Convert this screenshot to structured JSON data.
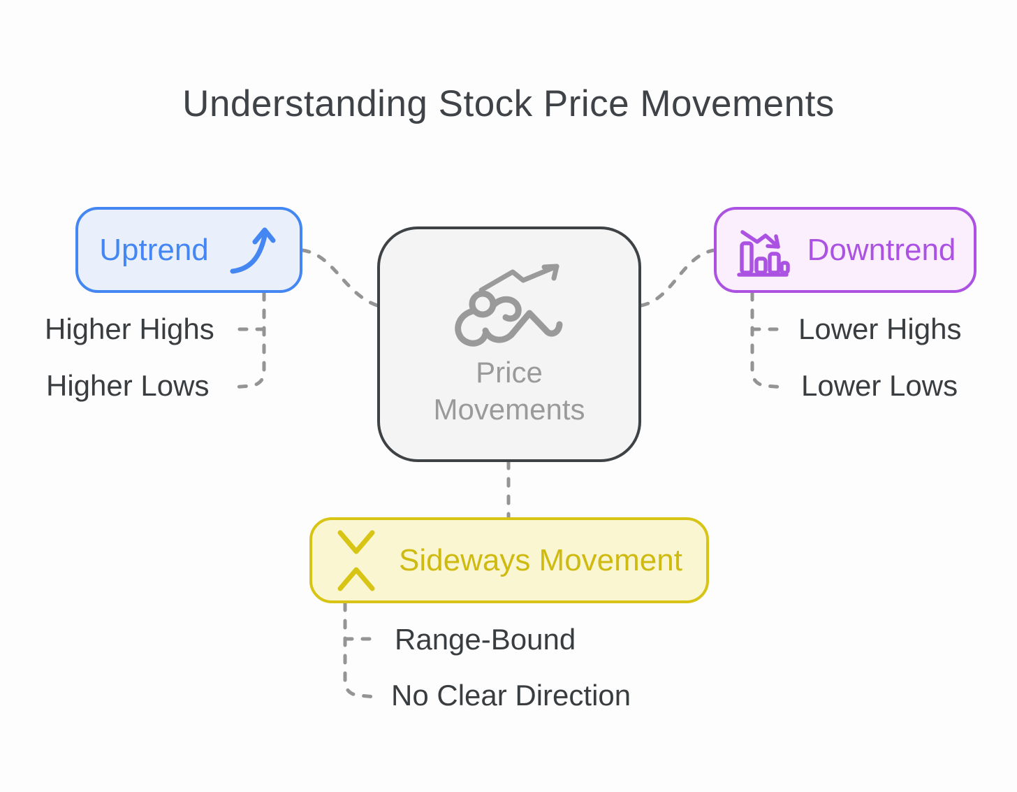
{
  "title": "Understanding Stock Price Movements",
  "center": {
    "label": "Price\nMovements",
    "icon": "person-crunch-rising-arrow-icon",
    "fill": "#f4f4f4",
    "border": "#3f4245",
    "text_color": "#9a9a9a"
  },
  "uptrend": {
    "label": "Uptrend",
    "icon": "curved-up-arrow-icon",
    "accent": "#4486f2",
    "fill": "#e9f0fc",
    "children": [
      "Higher Highs",
      "Higher Lows"
    ]
  },
  "downtrend": {
    "label": "Downtrend",
    "icon": "declining-bar-chart-icon",
    "accent": "#ab52e2",
    "fill": "#fbeffd",
    "children": [
      "Lower Highs",
      "Lower Lows"
    ]
  },
  "sideways": {
    "label": "Sideways Movement",
    "icon": "converging-chevrons-icon",
    "accent": "#d7c414",
    "fill": "#fbf6d2",
    "children": [
      "Range-Bound",
      "No Clear Direction"
    ]
  },
  "connector_color": "#949494",
  "label_color": "#3a3d40"
}
